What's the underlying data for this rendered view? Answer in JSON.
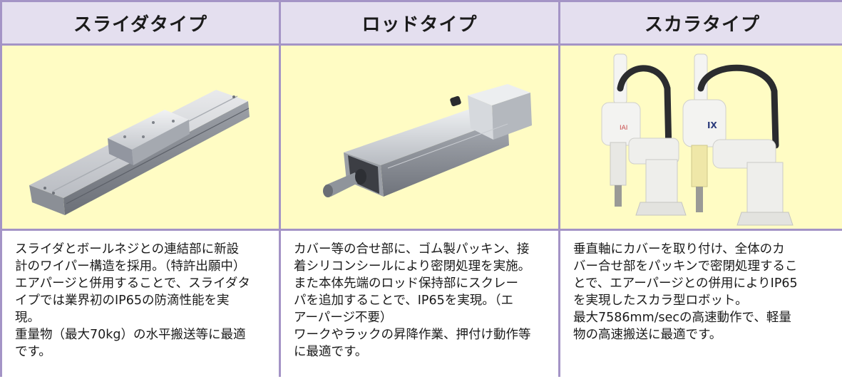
{
  "columns": [
    {
      "heading": "スライダタイプ",
      "description": "スライダとボールネジとの連結部に新設\n計のワイパー構造を採用。（特許出願中）\nエアパージと併用することで、スライダタ\nイプでは業界初のIP65の防滴性能を実\n現。\n重量物（最大70kg）の水平搬送等に最適\nです。"
    },
    {
      "heading": "ロッドタイプ",
      "description": "カバー等の合せ部に、ゴム製パッキン、接\n着シリコンシールにより密閉処理を実施。\nまた本体先端のロッド保持部にスクレー\nパを追加することで、IP65を実現。（エ\nアーパージ不要）\nワークやラックの昇降作業、押付け動作等\nに最適です。"
    },
    {
      "heading": "スカラタイプ",
      "description": "垂直軸にカバーを取り付け、全体のカ\nバー合せ部をパッキンで密閉処理するこ\nとで、エアーパージとの併用によりIP65\nを実現したスカラ型ロボット。\n最大7586mm/secの高速動作で、軽量\n物の高速搬送に最適です。"
    }
  ],
  "colors": {
    "border": "#a494c6",
    "header_bg": "#e4dfef",
    "image_bg": "#fffcc4"
  }
}
